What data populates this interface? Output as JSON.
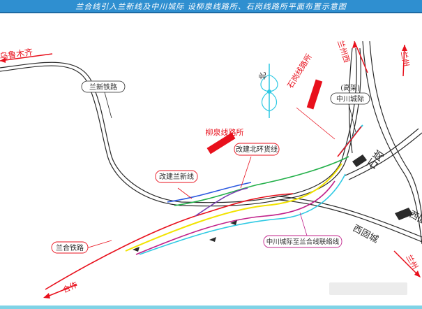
{
  "header": {
    "title": "兰合线引入兰新线及中川城际 设柳泉线路所、石岗线路所平面布置示意图"
  },
  "labels": {
    "urumqi": "乌鲁木齐",
    "lanxin_railway": "兰新铁路",
    "north": "北",
    "shigang_station": "石岗线路所",
    "elevated": "(高架)",
    "zhongchuan_intercity": "中川城际",
    "lanzhou_top": "兰州",
    "lanzhou_west": "兰州西",
    "liuquan_station": "柳泉线路所",
    "rebuild_north_ring": "改建北环货线",
    "rebuild_lanxin": "改建兰新线",
    "shigang": "石岗",
    "xigucheng": "西固城",
    "xigu": "西固",
    "lanhe_railway": "兰合铁路",
    "link_line": "中川城际至兰合线联络线",
    "hezuo": "合作",
    "lanzhou_bottom": "兰州"
  },
  "colors": {
    "rail": "#2a2a2a",
    "red": "#e8101c",
    "magenta": "#c0208a",
    "yellow": "#f2e300",
    "cyan": "#2ec9e3",
    "green": "#23b04a",
    "blue": "#2a58e0",
    "purple": "#7a3fb0",
    "header_bg": "#2f8fd0"
  }
}
